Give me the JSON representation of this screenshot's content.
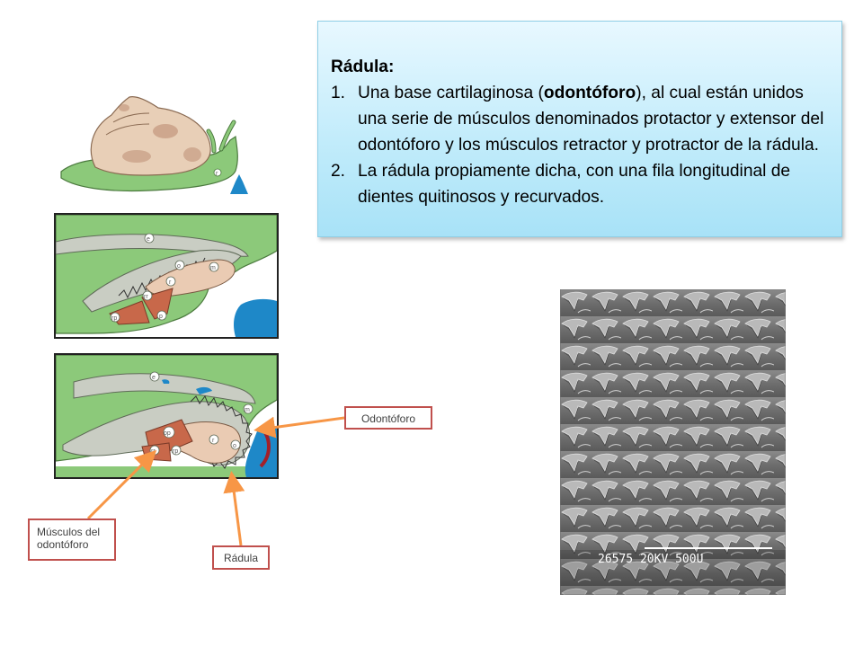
{
  "textbox": {
    "title": "Rádula:",
    "items": [
      {
        "num": "1.",
        "before": "Una base cartilaginosa (",
        "bold": "odontóforo",
        "after": "), al cual están unidos una serie de músculos denominados protactor y extensor del odontóforo y los músculos retractor y protractor de la rádula."
      },
      {
        "num": "2.",
        "text": "La rádula propiamente dicha, con una fila longitudinal de dientes quitinosos y recurvados."
      }
    ]
  },
  "callouts": {
    "odontoforo": "Odontóforo",
    "musculos": "Músculos del odontóforo",
    "radula": "Rádula"
  },
  "diagram_labels": {
    "top": [
      "e",
      "o",
      "m",
      "r",
      "rr",
      "rp",
      "p"
    ],
    "bottom": [
      "e",
      "m",
      "op",
      "r",
      "o",
      "rr",
      "rp"
    ],
    "snail": "r"
  },
  "micrograph": {
    "scale_text": "26575 20KV 500U"
  },
  "colors": {
    "callout_border": "#c0504d",
    "arrow": "#f79646",
    "textbox_fill": "#b3e5f8",
    "body_green": "#8cc97a",
    "muscle": "#c8684a",
    "cartilage": "#eacbb3",
    "radula_gray": "#c9cdc3",
    "water": "#1e88c8",
    "shell": "#e8cfb7"
  }
}
